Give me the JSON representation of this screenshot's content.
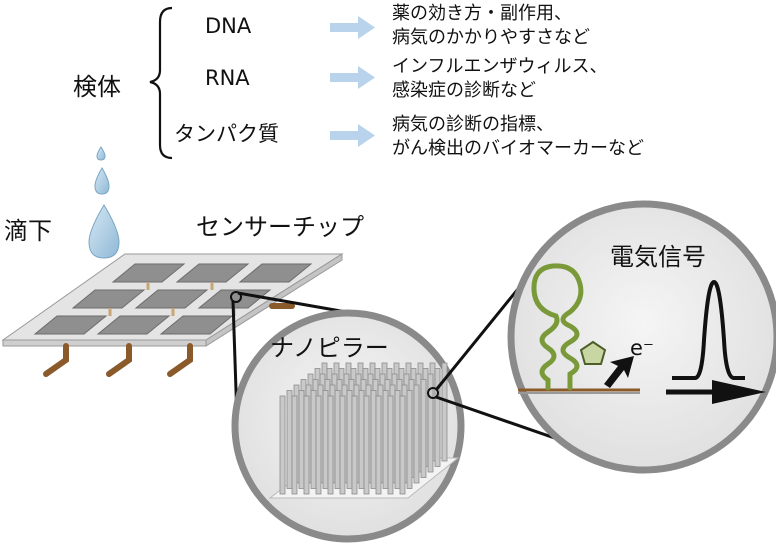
{
  "specimen": {
    "label": "検体",
    "rows": [
      {
        "name": "DNA",
        "uses_line1": "薬の効き方・副作用、",
        "uses_line2": "病気のかかりやすさなど"
      },
      {
        "name": "RNA",
        "uses_line1": "インフルエンザウィルス、",
        "uses_line2": "感染症の診断など"
      },
      {
        "name": "タンパク質",
        "uses_line1": "病気の診断の指標、",
        "uses_line2": "がん検出のバイオマーカーなど"
      }
    ]
  },
  "drop_label": "滴下",
  "sensor_chip_label": "センサーチップ",
  "nanopillar_label": "ナノピラー",
  "signal": {
    "title": "電気信号",
    "electron": "e⁻"
  },
  "colors": {
    "arrow_light_blue": "#b9d3ec",
    "droplet_blue": "#a8cbe2",
    "pad_gray": "#8f8f8f",
    "chip_base": "#e4e4e4",
    "lead_brown": "#8b5a2b",
    "aptamer_green": "#7a9a3a",
    "circle_rim": "#8a8a8a",
    "circle_fill": "#ececec"
  }
}
